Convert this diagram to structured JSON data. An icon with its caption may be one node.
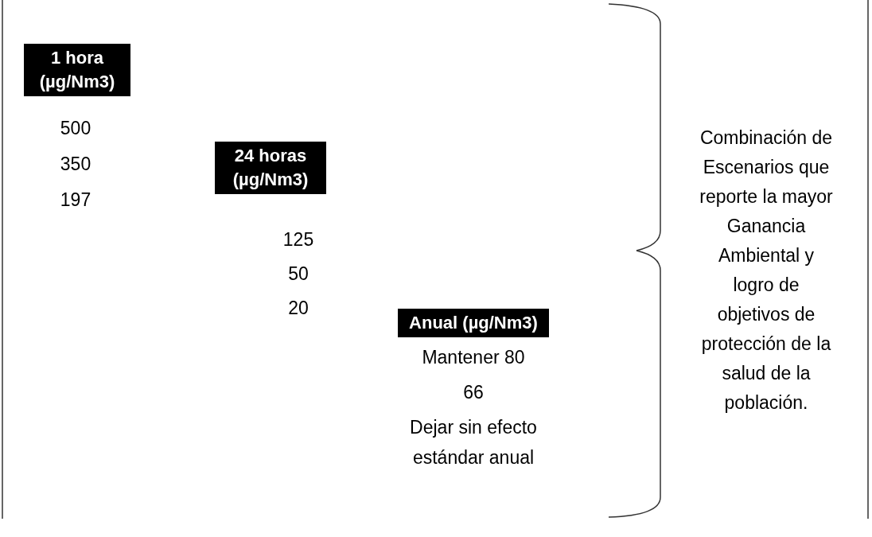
{
  "diagram": {
    "nodes": [
      {
        "text": [
          "1 hora (µg/Nm3)"
        ],
        "beside": [
          "500",
          "350",
          "197"
        ]
      },
      {
        "text": [
          "24 horas (µg/Nm3)"
        ],
        "beside": [
          "125",
          "50",
          "20"
        ]
      },
      {
        "text": [
          "Anual (µg/Nm3)"
        ],
        "beside": [
          "Mantener 80",
          "66",
          "Dejar sin efecto estándar anual"
        ]
      }
    ],
    "edges": [],
    "labels": [
      "Combinación de Escenarios que reporte la mayor Ganancia Ambiental y logro de objetivos de protección de la salud de la población."
    ]
  }
}
